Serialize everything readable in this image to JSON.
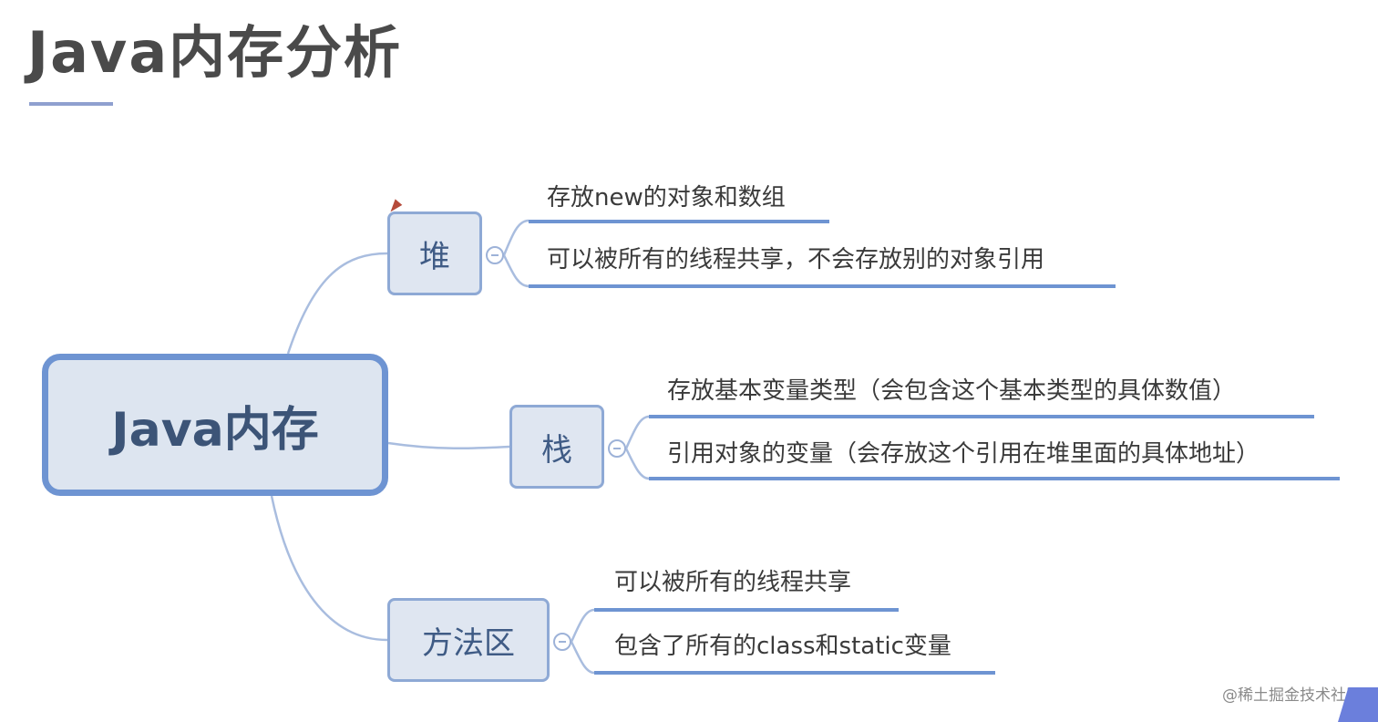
{
  "title": "Java内存分析",
  "diagram": {
    "root": {
      "label": "Java内存"
    },
    "branches": [
      {
        "label": "堆",
        "items": [
          "存放new的对象和数组",
          "可以被所有的线程共享，不会存放别的对象引用"
        ]
      },
      {
        "label": "栈",
        "items": [
          "存放基本变量类型（会包含这个基本类型的具体数值）",
          "引用对象的变量（会存放这个引用在堆里面的具体地址）"
        ]
      },
      {
        "label": "方法区",
        "items": [
          "可以被所有的线程共享",
          "包含了所有的class和static变量"
        ]
      }
    ]
  },
  "watermark": "@稀土掘金技术社区",
  "colors": {
    "accent": "#6e94d2",
    "node_fill": "#dfe6f1",
    "title_text": "#4a4a4a",
    "corner_tab": "#6b7fdc"
  }
}
